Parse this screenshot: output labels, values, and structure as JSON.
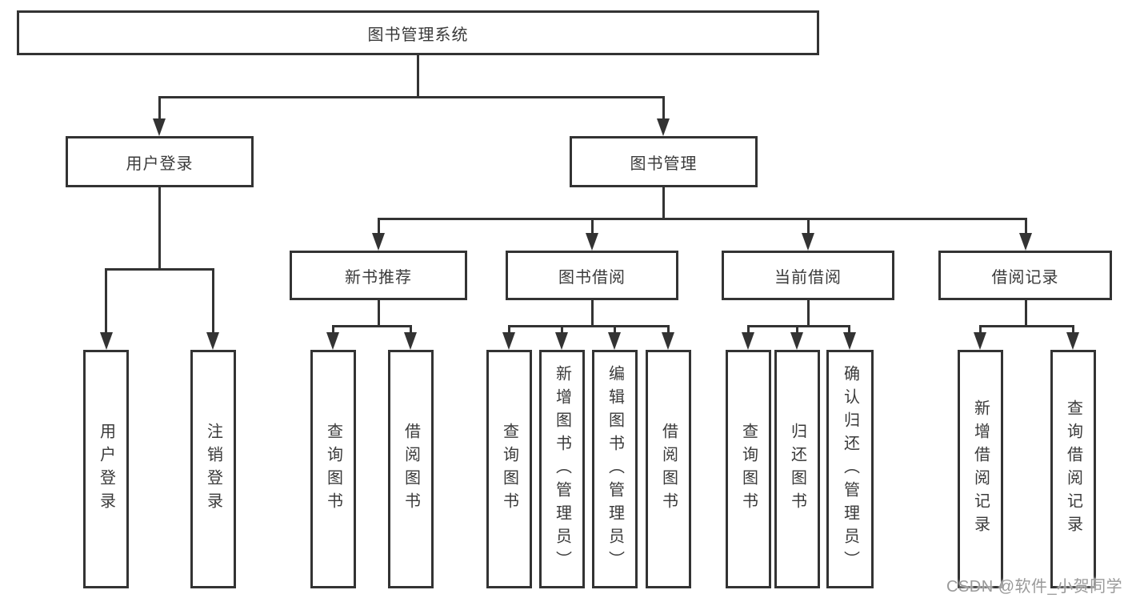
{
  "diagram": {
    "root": {
      "label": "图书管理系统"
    },
    "level2": [
      {
        "label": "用户登录"
      },
      {
        "label": "图书管理"
      }
    ],
    "level3": [
      {
        "label": "新书推荐"
      },
      {
        "label": "图书借阅"
      },
      {
        "label": "当前借阅"
      },
      {
        "label": "借阅记录"
      }
    ],
    "leaves": {
      "login": [
        {
          "label": "用户登录"
        },
        {
          "label": "注销登录"
        }
      ],
      "recommend": [
        {
          "label": "查询图书"
        },
        {
          "label": "借阅图书"
        }
      ],
      "borrow": [
        {
          "label": "查询图书"
        },
        {
          "label": "新增图书（管理员）"
        },
        {
          "label": "编辑图书（管理员）"
        },
        {
          "label": "借阅图书"
        }
      ],
      "current": [
        {
          "label": "查询图书"
        },
        {
          "label": "归还图书"
        },
        {
          "label": "确认归还（管理员）"
        }
      ],
      "records": [
        {
          "label": "新增借阅记录"
        },
        {
          "label": "查询借阅记录"
        }
      ]
    }
  },
  "watermark": {
    "text": "CSDN @软件_小贺同学"
  },
  "colors": {
    "line": "#333333",
    "text": "#3a3a3a",
    "watermark": "#9a9a9a",
    "background": "#ffffff"
  }
}
